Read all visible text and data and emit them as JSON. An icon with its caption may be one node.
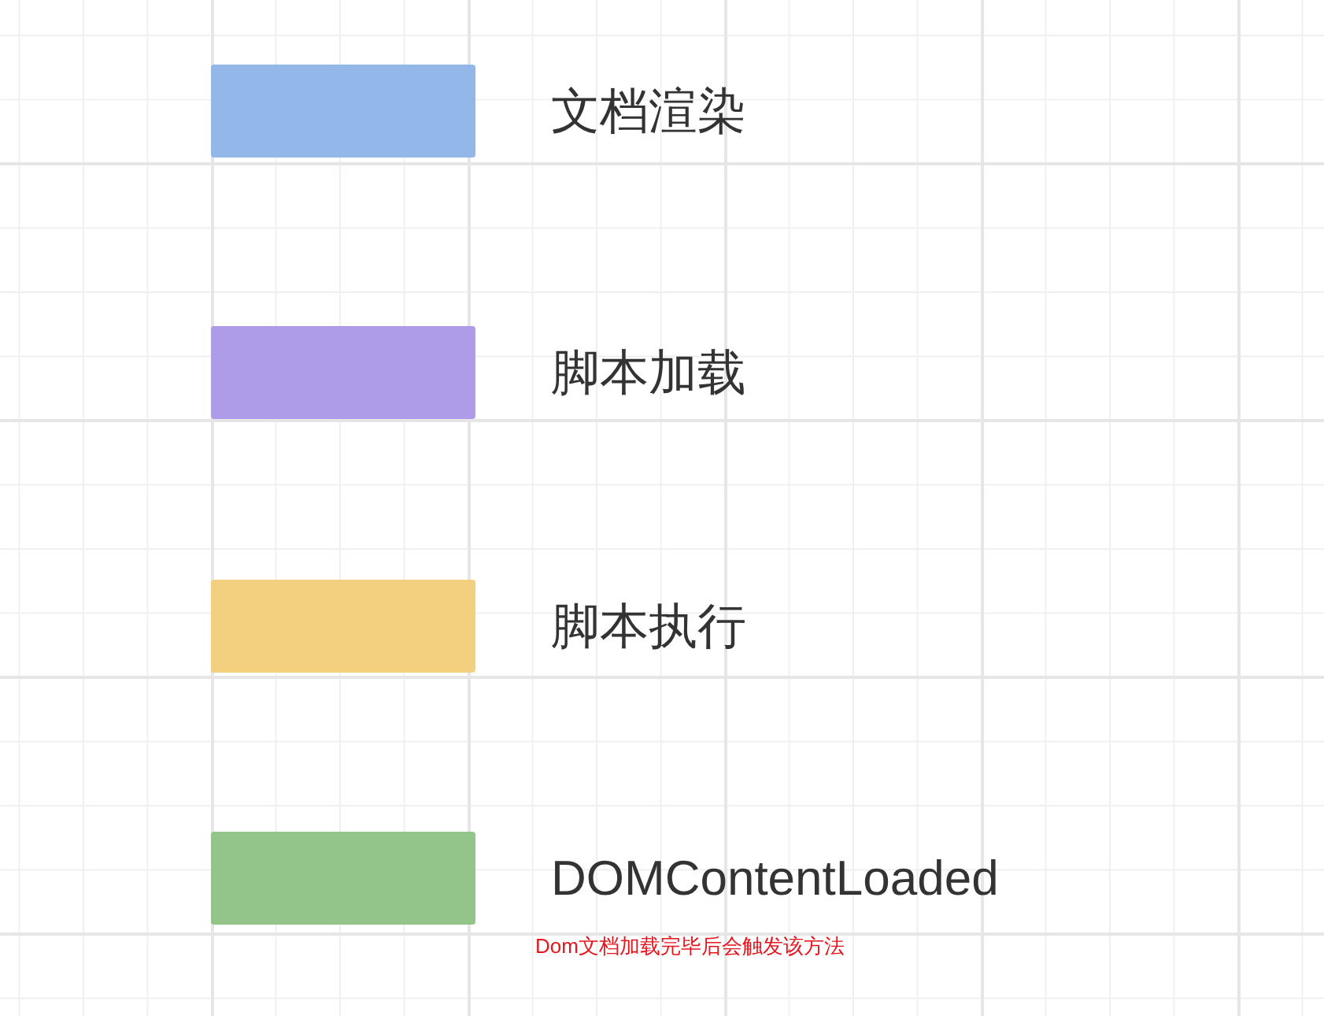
{
  "diagram": {
    "legend": [
      {
        "text": "文档渲染",
        "color": "#92b7e8"
      },
      {
        "text": "脚本加载",
        "color": "#ae9ce8"
      },
      {
        "text": "脚本执行",
        "color": "#f2d080"
      },
      {
        "text": "DOMContentLoaded",
        "color": "#93c48a"
      }
    ],
    "labels": [
      "Dom文档加载完毕后会触发该方法"
    ]
  }
}
